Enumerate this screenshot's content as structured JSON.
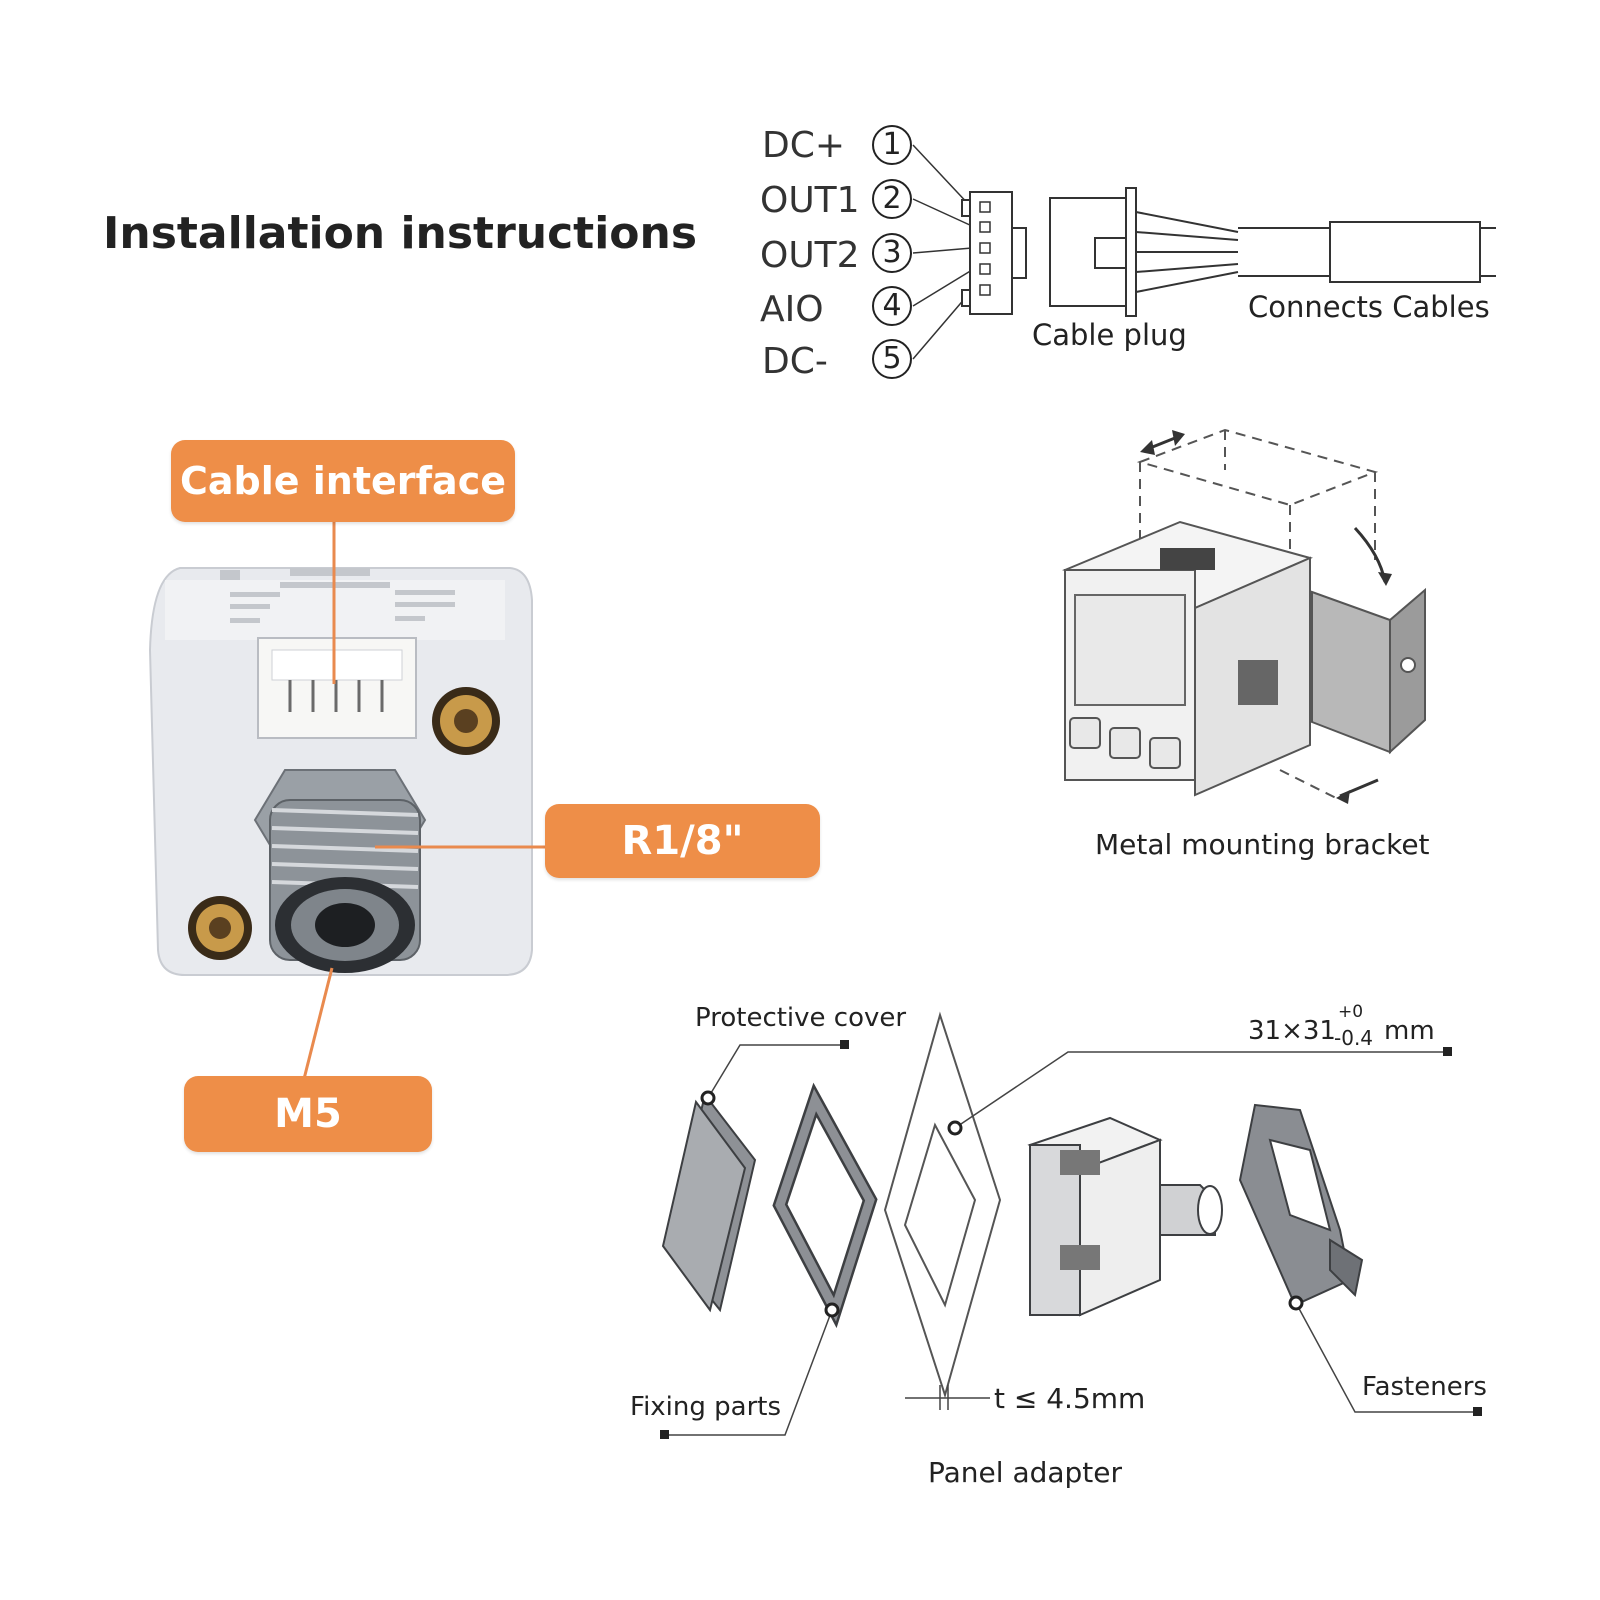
{
  "title": "Installation instructions",
  "pins": [
    {
      "label": "DC+",
      "num": "1"
    },
    {
      "label": "OUT1",
      "num": "2"
    },
    {
      "label": "OUT2",
      "num": "3"
    },
    {
      "label": "AIO",
      "num": "4"
    },
    {
      "label": "DC-",
      "num": "5"
    }
  ],
  "wiring": {
    "cable_plug": "Cable plug",
    "connects_cables": "Connects Cables"
  },
  "callouts": {
    "cable_interface": "Cable interface",
    "thread": "R1/8\"",
    "port": "M5"
  },
  "bracket": {
    "caption": "Metal mounting bracket"
  },
  "panel": {
    "protective_cover": "Protective cover",
    "dimension": "31×31",
    "tol_upper": "+0",
    "tol_lower": "-0.4",
    "dimension_unit": "mm",
    "fixing_parts": "Fixing parts",
    "thickness": "t ≤ 4.5mm",
    "fasteners": "Fasteners",
    "caption": "Panel adapter"
  },
  "colors": {
    "accent": "#ee8e48",
    "line": "#555555",
    "callout_line": "#e98a4e"
  }
}
